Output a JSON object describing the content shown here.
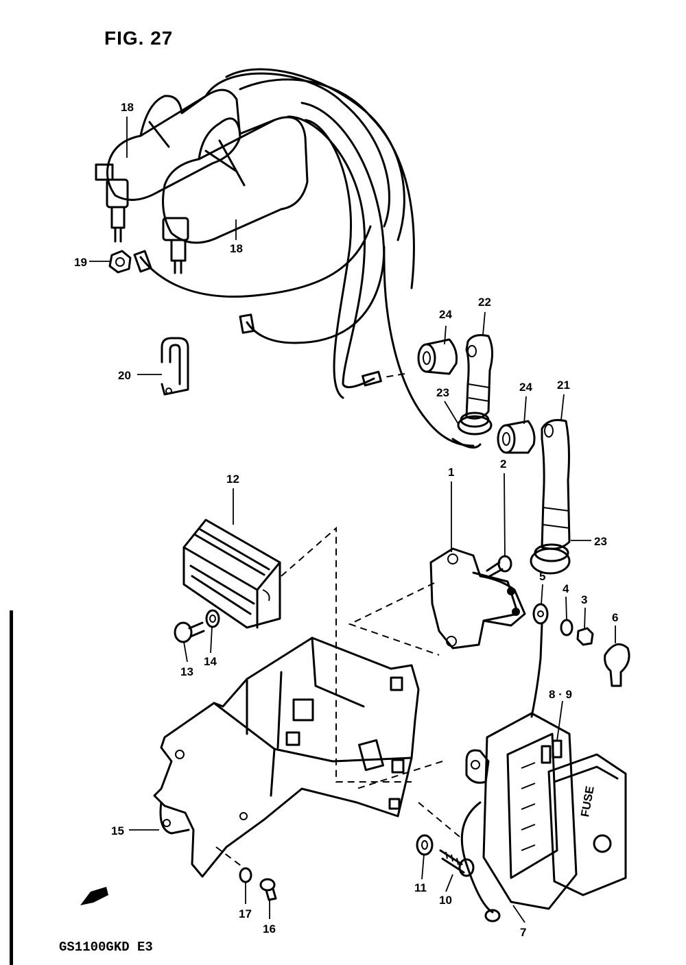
{
  "figure_title": "FIG. 27",
  "model_code": "GS1100GKD E3",
  "fuse_text": "FUSE",
  "callouts": {
    "c18a": "18",
    "c18b": "18",
    "c19": "19",
    "c20": "20",
    "c24a": "24",
    "c22": "22",
    "c23a": "23",
    "c24b": "24",
    "c21": "21",
    "c23b": "23",
    "c12": "12",
    "c1": "1",
    "c2": "2",
    "c5": "5",
    "c4": "4",
    "c3": "3",
    "c6": "6",
    "c13": "13",
    "c14": "14",
    "c89": "8 · 9",
    "c15": "15",
    "c17": "17",
    "c16": "16",
    "c11": "11",
    "c10": "10",
    "c7": "7"
  }
}
